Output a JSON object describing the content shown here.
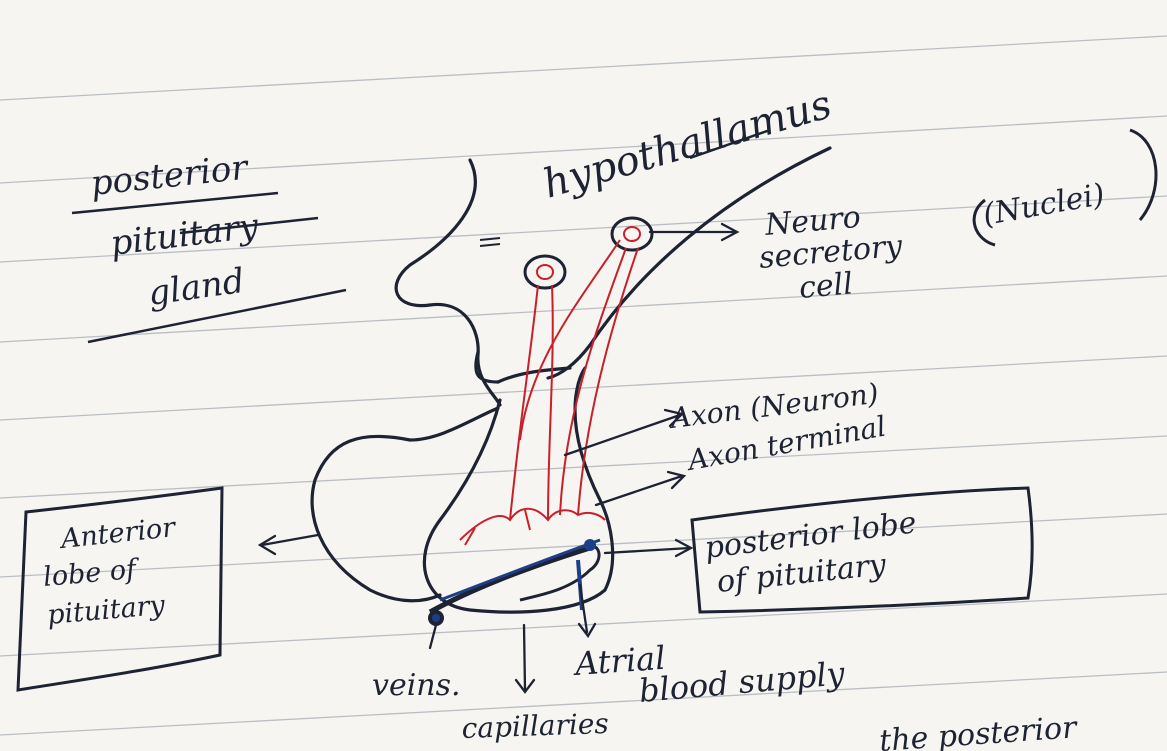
{
  "title": {
    "line1": "posterior",
    "line2": "pituitary",
    "line3": "gland"
  },
  "labels": {
    "hypothalamus": "hypothallamus",
    "neuro_secretory_line1": "Neuro",
    "neuro_secretory_line2": "secretory",
    "neuro_secretory_line3": "cell",
    "nuclei": "(Nuclei)",
    "axon": "Axon (Neuron)",
    "axon_terminal": "Axon terminal",
    "posterior_lobe_line1": "posterior lobe",
    "posterior_lobe_line2": "of pituitary",
    "anterior_lobe_line1": "Anterior",
    "anterior_lobe_line2": "lobe of",
    "anterior_lobe_line3": "pituitary",
    "veins": "veins.",
    "capillaries": "capillaries",
    "atrial_line1": "Atrial",
    "atrial_line2": "blood supply",
    "bottom_text": "the posterior"
  },
  "colors": {
    "ink": "#1d2333",
    "red_ink": "#c8202a",
    "blue_ink": "#1f3e8a",
    "paper": "#f6f5f1",
    "rule": "#7f8796"
  }
}
